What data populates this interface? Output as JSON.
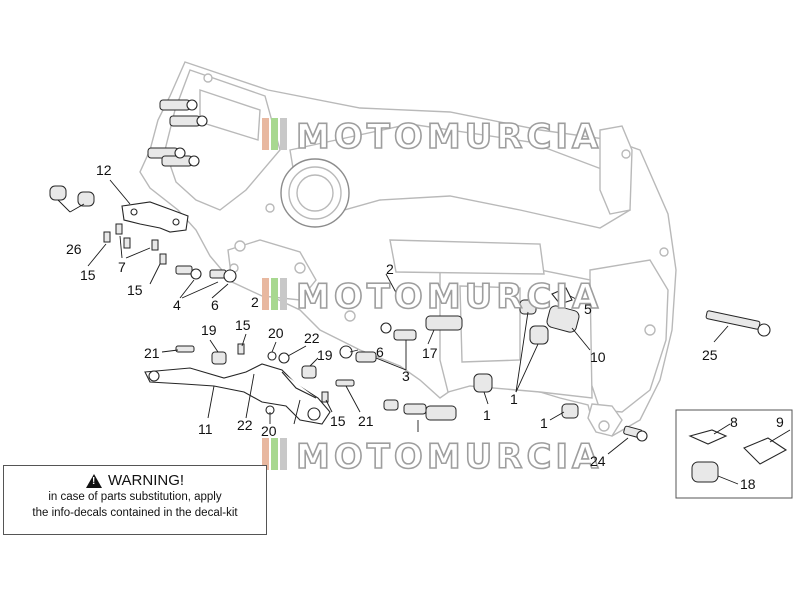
{
  "watermark": {
    "brand": "MOTOMURCIA",
    "stripe_colors": [
      "#e8b8a0",
      "#a8d890",
      "#c8c8c8"
    ]
  },
  "callouts": {
    "c1a": "1",
    "c1b": "1",
    "c1c": "1",
    "c2a": "2",
    "c2b": "2",
    "c3": "3",
    "c4": "4",
    "c5": "5",
    "c6a": "6",
    "c6b": "6",
    "c7": "7",
    "c8": "8",
    "c9": "9",
    "c10": "10",
    "c11": "11",
    "c12": "12",
    "c15a": "15",
    "c15b": "15",
    "c15c": "15",
    "c15d": "15",
    "c17": "17",
    "c18": "18",
    "c19a": "19",
    "c19b": "19",
    "c20a": "20",
    "c20b": "20",
    "c21a": "21",
    "c21b": "21",
    "c22a": "22",
    "c22b": "22",
    "c24": "24",
    "c25": "25",
    "c26": "26"
  },
  "warning": {
    "title": "WARNING!",
    "line1": "in case of parts substitution, apply",
    "line2": "the info-decals contained in the decal-kit",
    "icon": "warning-triangle-icon"
  }
}
